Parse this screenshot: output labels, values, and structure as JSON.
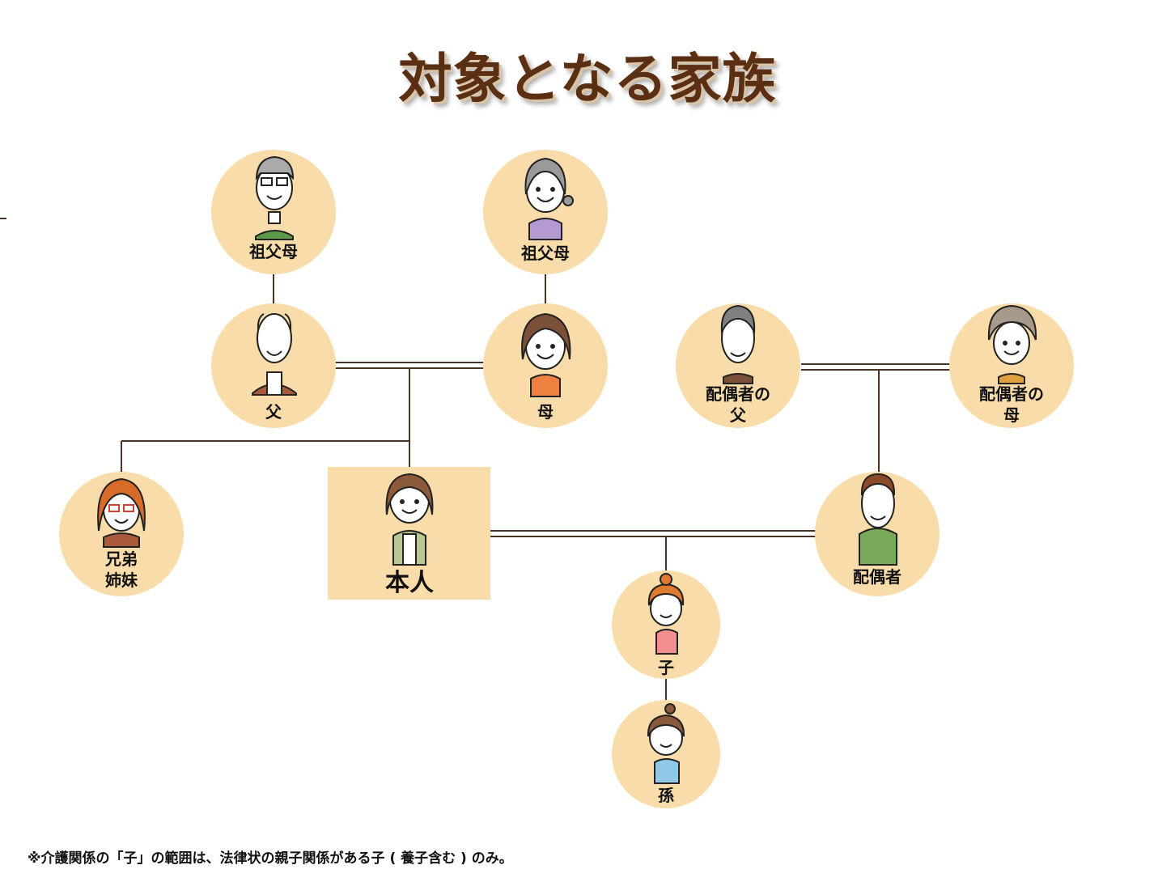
{
  "title": "対象となる家族",
  "footnote": "※介護関係の「子」の範囲は、法律状の親子関係がある子 ( 養子含む ) のみ。",
  "colors": {
    "circle_fill": "#f8dcaa",
    "self_fill": "#f8dcaa",
    "line": "#4a3426",
    "title": "#5a2f14"
  },
  "nodes": {
    "grandparent_paternal": {
      "label": "祖父母"
    },
    "grandparent_maternal": {
      "label": "祖父母"
    },
    "father": {
      "label": "父"
    },
    "mother": {
      "label": "母"
    },
    "spouse_father": {
      "label_line1": "配偶者の",
      "label_line2": "父"
    },
    "spouse_mother": {
      "label_line1": "配偶者の",
      "label_line2": "母"
    },
    "sibling": {
      "label_line1": "兄弟",
      "label_line2": "姉妹"
    },
    "self": {
      "label": "本人"
    },
    "spouse": {
      "label": "配偶者"
    },
    "child": {
      "label": "子"
    },
    "grandchild": {
      "label": "孫"
    }
  }
}
